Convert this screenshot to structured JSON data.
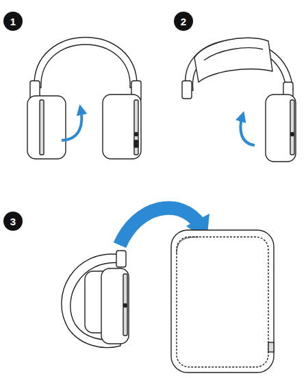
{
  "diagram": {
    "nodes": [
      {
        "text": [
          "1"
        ]
      },
      {
        "text": [
          "2"
        ]
      },
      {
        "text": [
          "3"
        ]
      }
    ]
  }
}
